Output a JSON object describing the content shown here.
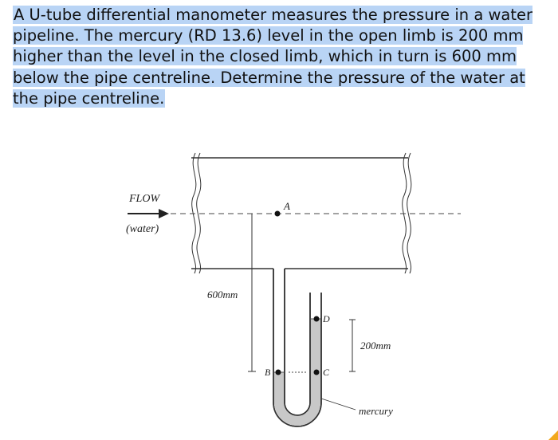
{
  "question": {
    "text": "A U-tube differential manometer measures the pressure in a water pipeline. The mercury (RD 13.6) level in the open limb is 200 mm higher than the level in the closed limb, which in turn is 600 mm below the pipe centreline. Determine the pressure of the water at the pipe centreline."
  },
  "figure": {
    "flow_label": "FLOW",
    "fluid_label": "(water)",
    "point_a": "A",
    "point_b": "B",
    "point_c": "C",
    "point_d": "D",
    "dim_600": "600mm",
    "dim_200": "200mm",
    "mercury_label": "mercury",
    "colors": {
      "mercury_fill": "#c8c8c8",
      "outline": "#333333",
      "highlight": "#b9d4f5"
    }
  }
}
